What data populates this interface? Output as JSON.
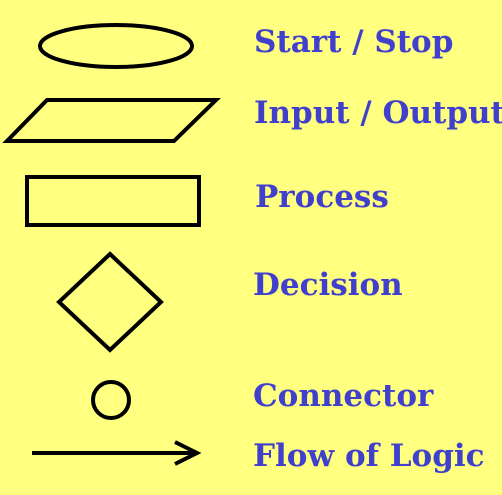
{
  "colors": {
    "background": "#ffff80",
    "label": "#4040cc",
    "stroke": "#000000"
  },
  "legend": [
    {
      "shape": "ellipse",
      "icon": "terminal-ellipse-icon",
      "label": "Start / Stop"
    },
    {
      "shape": "parallelogram",
      "icon": "parallelogram-icon",
      "label": "Input / Output"
    },
    {
      "shape": "rectangle",
      "icon": "rectangle-icon",
      "label": "Process"
    },
    {
      "shape": "diamond",
      "icon": "diamond-icon",
      "label": "Decision"
    },
    {
      "shape": "circle",
      "icon": "circle-connector-icon",
      "label": "Connector"
    },
    {
      "shape": "arrow",
      "icon": "arrow-right-icon",
      "label": "Flow of Logic"
    }
  ]
}
